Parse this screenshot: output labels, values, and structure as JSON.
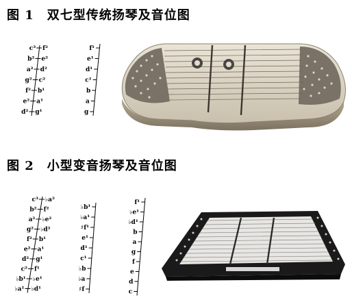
{
  "figure1": {
    "caption": "图 1　双七型传统扬琴及音位图",
    "diagram_left": {
      "rows": [
        {
          "left": "c³",
          "right": "f²"
        },
        {
          "left": "b²",
          "right": "e²"
        },
        {
          "left": "a²",
          "right": "d²"
        },
        {
          "left": "g²",
          "right": "c²"
        },
        {
          "left": "f²",
          "right": "b¹"
        },
        {
          "left": "e²",
          "right": "a¹"
        },
        {
          "left": "d²",
          "right": "g¹"
        }
      ]
    },
    "diagram_right": {
      "notes": [
        "f¹",
        "e¹",
        "d¹",
        "c¹",
        "b",
        "a",
        "g"
      ]
    },
    "instrument_icon": "hammered-dulcimer-traditional"
  },
  "figure2": {
    "caption": "图 2　小型变音扬琴及音位图",
    "diagram_left": {
      "rows": [
        {
          "left": "c³",
          "right": "♭a²"
        },
        {
          "left": "b²",
          "right": "f²"
        },
        {
          "left": "a²",
          "right": "♭e²"
        },
        {
          "left": "g²",
          "right": "♭d²"
        },
        {
          "left": "f²",
          "right": "b¹"
        },
        {
          "left": "e²",
          "right": "a¹"
        },
        {
          "left": "d²",
          "right": "g¹"
        },
        {
          "left": "c²",
          "right": "f¹"
        },
        {
          "left": "♭b¹",
          "right": "♭e¹"
        },
        {
          "left": "♭a¹",
          "right": "♭d¹"
        }
      ]
    },
    "diagram_middle": {
      "notes": [
        "♭b¹",
        "♭a¹",
        "♯f¹",
        "e¹",
        "d¹",
        "c¹",
        "♭b",
        "♭a",
        "♯f"
      ]
    },
    "diagram_right": {
      "notes": [
        "f¹",
        "♭e¹",
        "♭d¹",
        "b",
        "a",
        "g",
        "f",
        "e",
        "d",
        "c"
      ]
    },
    "instrument_icon": "hammered-dulcimer-small-chromatic"
  }
}
